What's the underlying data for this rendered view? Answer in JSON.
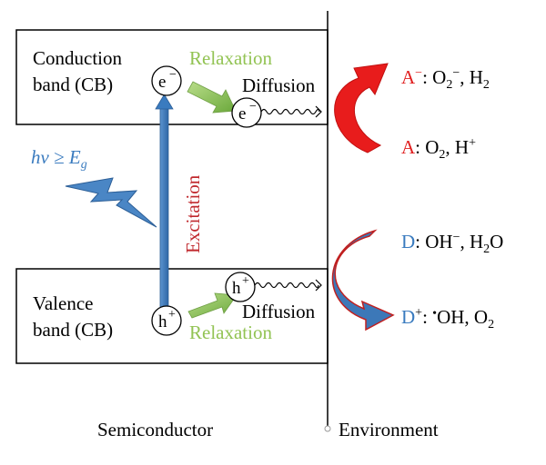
{
  "semiconductor": {
    "cb_line1": "Conduction",
    "cb_line2": "band (CB)",
    "vb_line1": "Valence",
    "vb_line2": "band (CB)",
    "electron": "e",
    "electron_sup": "−",
    "electron_diff": "e",
    "electron_diff_sup": "−",
    "hole": "h",
    "hole_sup": "+",
    "hole_diff": "h",
    "hole_diff_sup": "+",
    "relaxation_top": "Relaxation",
    "relaxation_bottom": "Relaxation",
    "diffusion_top": "Diffusion",
    "diffusion_bottom": "Diffusion",
    "excitation": "Excitation",
    "photon_h": "hν ≥ E",
    "photon_sub": "g",
    "region_label": "Semiconductor"
  },
  "environment": {
    "region_label": "Environment",
    "a_minus": "A",
    "a_minus_sup": "−",
    "a_minus_sep": ": O",
    "a_minus_o_sub": "2",
    "a_minus_o_sup": "−",
    "a_minus_rest": ", H",
    "a_minus_h_sub": "2",
    "a": "A",
    "a_sep": ": O",
    "a_o_sub": "2",
    "a_rest": ", H",
    "a_h_sup": "+",
    "d": "D",
    "d_sep": ": OH",
    "d_oh_sup": "−",
    "d_rest": ", H",
    "d_h_sub": "2",
    "d_rest2": "O",
    "d_plus": "D",
    "d_plus_sup": "+",
    "d_plus_sep": ": ",
    "d_plus_dot": "•",
    "d_plus_oh": "OH, O",
    "d_plus_o_sub": "2"
  },
  "colors": {
    "relaxation": "#92c353",
    "excitation_text": "#c0282d",
    "photon": "#3a7bbf",
    "acceptor": "#e02020",
    "donor": "#3a7bbf"
  }
}
